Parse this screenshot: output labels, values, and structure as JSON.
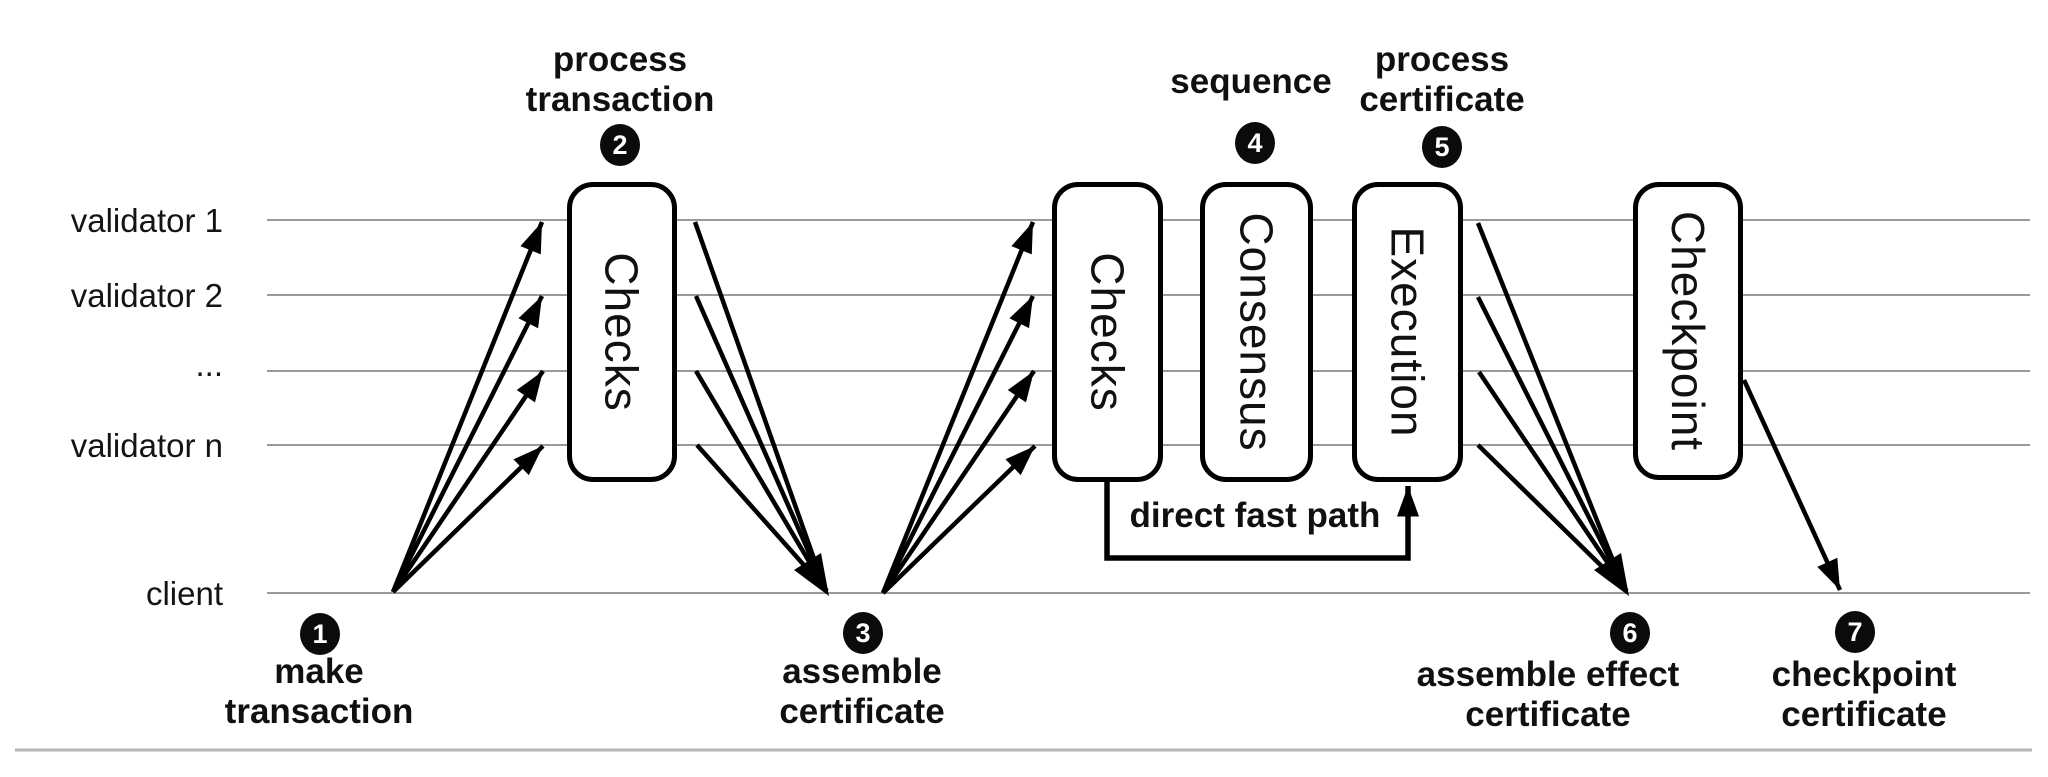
{
  "diagram": {
    "lanes": [
      {
        "label": "validator 1"
      },
      {
        "label": "validator 2"
      },
      {
        "label": "..."
      },
      {
        "label": "validator n"
      },
      {
        "label": "client"
      }
    ],
    "stages": [
      {
        "label": "Checks"
      },
      {
        "label": "Checks"
      },
      {
        "label": "Consensus"
      },
      {
        "label": "Execution"
      },
      {
        "label": "Checkpoint"
      }
    ],
    "steps": [
      {
        "number": "1",
        "caption": "make\ntransaction"
      },
      {
        "number": "2",
        "caption": "process\ntransaction"
      },
      {
        "number": "3",
        "caption": "assemble\ncertificate"
      },
      {
        "number": "4",
        "caption": "sequence"
      },
      {
        "number": "5",
        "caption": "process\ncertificate"
      },
      {
        "number": "6",
        "caption": "assemble effect\ncertificate"
      },
      {
        "number": "7",
        "caption": "checkpoint\ncertificate"
      }
    ],
    "annotations": {
      "fast_path": "direct fast path"
    },
    "colors": {
      "ink": "#0d0d0d",
      "lane_line": "#9a9a9a",
      "bottom_rule": "#b5b5b5"
    }
  }
}
